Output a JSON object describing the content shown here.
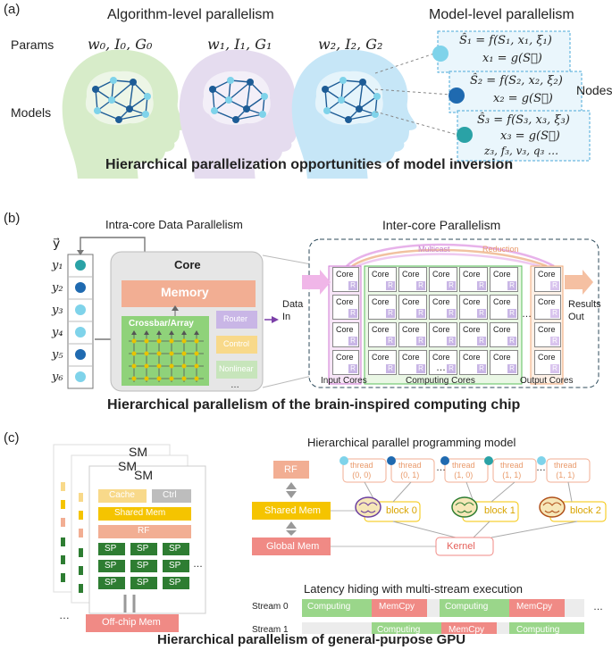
{
  "panel_a": {
    "label": "(a)",
    "algorithm_title": "Algorithm-level parallelism",
    "model_title": "Model-level parallelism",
    "row_params": "Params",
    "row_models": "Models",
    "params": [
      "w₀, I₀, G₀",
      "w₁, I₁, G₁",
      "w₂, I₂, G₂"
    ],
    "ellipsis": "…",
    "nodes_label": "Nodes",
    "equations": [
      {
        "line1": "Ŝ₁ = f(S₁, x₁, ξ₁)",
        "line2": "x₁ = g(S⃗)"
      },
      {
        "line1": "Ŝ₂ = f(S₂, x₂, ξ₂)",
        "line2": "x₂ = g(S⃗)"
      },
      {
        "line1": "Ŝ₃ = f(S₃, x₃, ξ₃)",
        "line2": "x₃ = g(S⃗)",
        "line3": "z₃, f₃, v₃, q₃ …"
      }
    ],
    "caption": "Hierarchical parallelization opportunities of model inversion"
  },
  "panel_b": {
    "label": "(b)",
    "intra_title": "Intra-core Data Parallelism",
    "inter_title": "Inter-core Parallelism",
    "vector_label": "y⃗",
    "y_labels": [
      "y₁",
      "y₂",
      "y₃",
      "y₄",
      "y₅",
      "y₆"
    ],
    "core_title": "Core",
    "memory": "Memory",
    "crossbar": "Crossbar/Array",
    "router": "Router",
    "control": "Control",
    "nonlinear": "Nonlinear",
    "ellipsis": "…",
    "multicast": "Multicast",
    "reduction": "Reduction",
    "data_in": "Data\nIn",
    "results_out": "Results\nOut",
    "core_cell": "Core",
    "r_tag": "R",
    "input_cores": "Input Cores",
    "computing_cores": "Computing Cores",
    "output_cores": "Output Cores",
    "caption": "Hierarchical parallelism of the brain-inspired computing chip"
  },
  "panel_c": {
    "label": "(c)",
    "sm": "SM",
    "cache": "Cache",
    "ctrl": "Ctrl",
    "shared_mem": "Shared Mem",
    "rf": "RF",
    "sp": "SP",
    "offchip": "Off-chip Mem",
    "prog_title": "Hierarchical parallel programming model",
    "threads": [
      "thread\n(0, 0)",
      "thread\n(0, 1)",
      "thread\n(1, 0)",
      "thread\n(1, 1)",
      "thread\n(1, 1)"
    ],
    "blocks": [
      "block 0",
      "block 1",
      "block 2"
    ],
    "global_mem": "Global Mem",
    "kernel": "Kernel",
    "latency_title": "Latency hiding with multi-stream execution",
    "stream0": "Stream 0",
    "stream1": "Stream 1",
    "computing": "Computing",
    "memcpy": "MemCpy",
    "ellipsis": "…",
    "caption": "Hierarchical parallelism of general-purpose GPU"
  },
  "colors": {
    "green_head": "#d7ecc9",
    "purple_head": "#e5dcef",
    "blue_head": "#c6e6f7",
    "memory": "#f2ae93",
    "crossbar": "#8fd27a",
    "router": "#c9b6e6",
    "control": "#f8d98a",
    "nonlinear": "#c7e5bb",
    "shared": "#f5c400",
    "global": "#f08a85",
    "dark_green": "#2e7d32"
  }
}
